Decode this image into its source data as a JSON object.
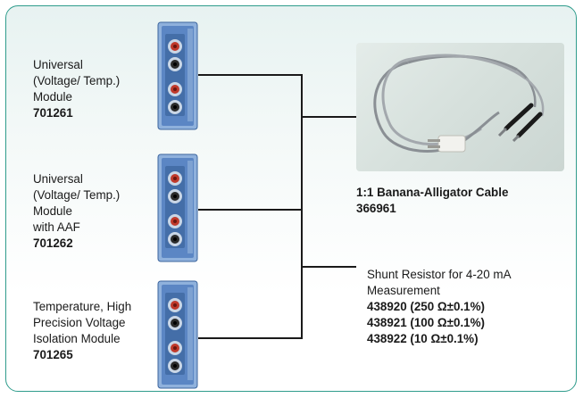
{
  "modules": [
    {
      "name_lines": [
        "Universal",
        "(Voltage/ Temp.)",
        "Module"
      ],
      "code": "701261"
    },
    {
      "name_lines": [
        "Universal",
        "(Voltage/ Temp.)",
        "Module",
        "with AAF"
      ],
      "code": "701262"
    },
    {
      "name_lines": [
        "Temperature, High",
        "Precision Voltage",
        "Isolation Module"
      ],
      "code": "701265"
    }
  ],
  "cable": {
    "name": "1:1 Banana-Alligator Cable",
    "code": "366961"
  },
  "shunt": {
    "title_line1": "Shunt Resistor for 4-20 mA",
    "title_line2": "Measurement",
    "models": [
      "438920 (250 Ω±0.1%)",
      "438921 (100 Ω±0.1%)",
      "438922 (10 Ω±0.1%)"
    ]
  },
  "colors": {
    "border": "#2f9c8c",
    "module_body": "#5b86c4",
    "connector_red": "#c0392b",
    "connector_dark": "#2b2b2b"
  }
}
